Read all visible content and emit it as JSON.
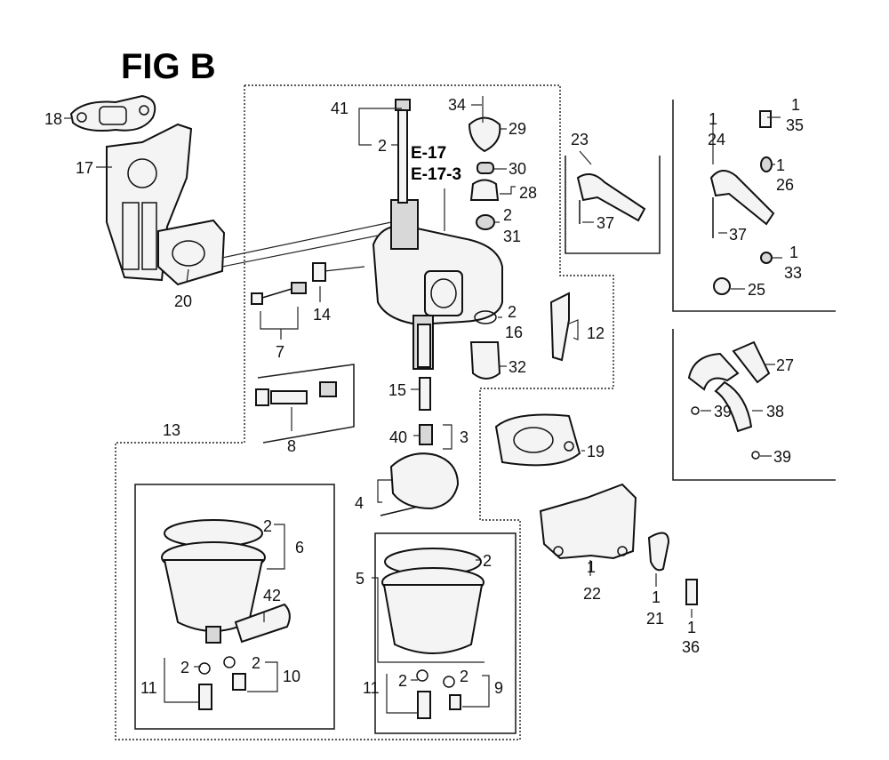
{
  "figure": {
    "title": "FIG B",
    "references": [
      "E-17",
      "E-17-3"
    ]
  },
  "callouts": {
    "c1": "1",
    "c2": "2",
    "c3": "3",
    "c4": "4",
    "c5": "5",
    "c6": "6",
    "c7": "7",
    "c8": "8",
    "c9": "9",
    "c10": "10",
    "c11": "11",
    "c12": "12",
    "c13": "13",
    "c14": "14",
    "c15": "15",
    "c16": "16",
    "c17": "17",
    "c18": "18",
    "c19": "19",
    "c20": "20",
    "c21": "21",
    "c22": "22",
    "c23": "23",
    "c24": "24",
    "c25": "25",
    "c26": "26",
    "c27": "27",
    "c28": "28",
    "c29": "29",
    "c30": "30",
    "c31": "31",
    "c32": "32",
    "c33": "33",
    "c34": "34",
    "c35": "35",
    "c36": "36",
    "c37": "37",
    "c38": "38",
    "c39": "39",
    "c40": "40",
    "c41": "41",
    "c42": "42"
  }
}
